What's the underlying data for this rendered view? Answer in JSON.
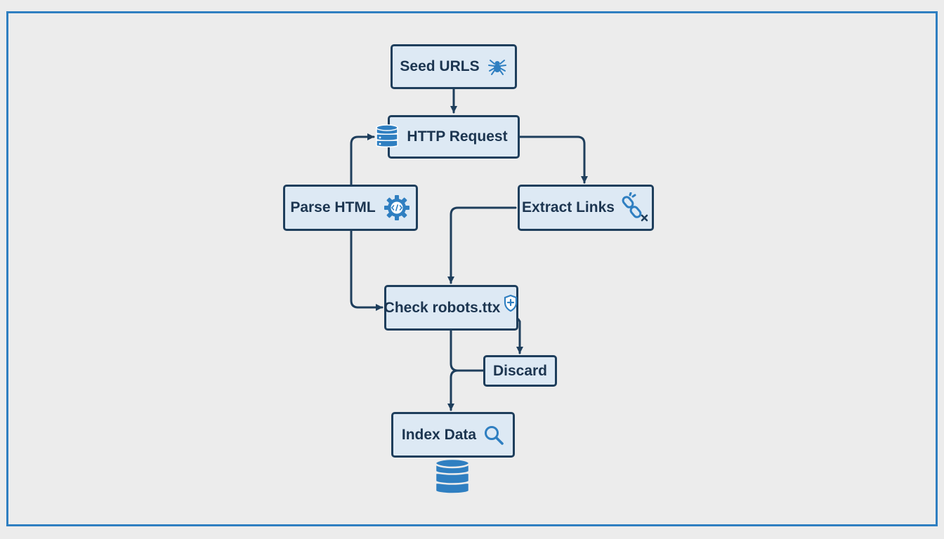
{
  "colors": {
    "border": "#1e3e5c",
    "fill": "#dde9f4",
    "text": "#1c3550",
    "accent": "#2f7fc1",
    "frame": "#2f7fc1"
  },
  "nodes": {
    "seed_urls": {
      "label": "Seed URLS",
      "icon": "spider-icon"
    },
    "http_request": {
      "label": "HTTP Request",
      "icon": "database-icon"
    },
    "parse_html": {
      "label": "Parse HTML",
      "icon": "code-gear-icon"
    },
    "extract_links": {
      "label": "Extract Links",
      "icon": "broken-link-icon"
    },
    "check_robots": {
      "label": "Check robots.ttx",
      "icon": "shield-icon"
    },
    "discard": {
      "label": "Discard"
    },
    "index_data": {
      "label": "Index Data",
      "icon": "search-icon"
    }
  },
  "footer_icon": "database-icon"
}
